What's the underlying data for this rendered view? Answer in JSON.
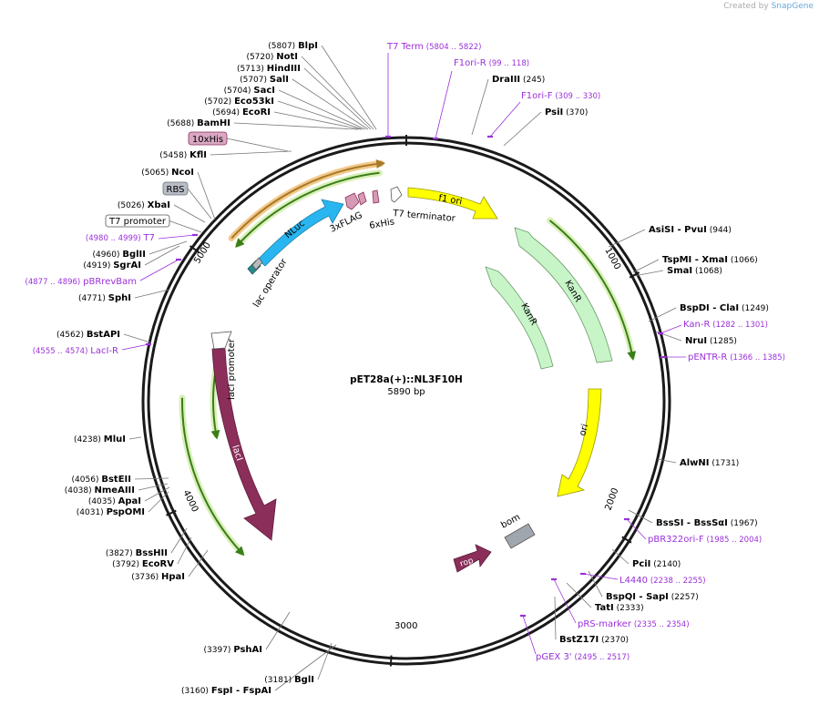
{
  "credit": {
    "prefix": "Created by",
    "brand": "SnapGene"
  },
  "plasmid": {
    "name": "pET28a(+)::NL3F10H",
    "size_label": "5890 bp",
    "length": 5890
  },
  "colors": {
    "enzyme_text": "#000000",
    "primer": "#9b30d9",
    "backbone": "#1a1a1a",
    "orf_arrow": "#3a7d1a",
    "orf_glow": "#d9f0b8",
    "orf_arrow_orange": "#a67a2a",
    "orf_glow_orange": "#f4c98a"
  },
  "tick_labels": [
    "1000",
    "2000",
    "3000",
    "4000",
    "5000"
  ],
  "enzymes": [
    {
      "name": "BlpI",
      "pos": "(5807)"
    },
    {
      "name": "NotI",
      "pos": "(5720)"
    },
    {
      "name": "HindIII",
      "pos": "(5713)"
    },
    {
      "name": "SalI",
      "pos": "(5707)"
    },
    {
      "name": "SacI",
      "pos": "(5704)"
    },
    {
      "name": "Eco53kI",
      "pos": "(5702)"
    },
    {
      "name": "EcoRI",
      "pos": "(5694)"
    },
    {
      "name": "BamHI",
      "pos": "(5688)"
    },
    {
      "name": "KflI",
      "pos": "(5458)"
    },
    {
      "name": "NcoI",
      "pos": "(5065)"
    },
    {
      "name": "XbaI",
      "pos": "(5026)"
    },
    {
      "name": "BglII",
      "pos": "(4960)"
    },
    {
      "name": "SgrAI",
      "pos": "(4919)"
    },
    {
      "name": "SphI",
      "pos": "(4771)"
    },
    {
      "name": "BstAPI",
      "pos": "(4562)"
    },
    {
      "name": "MluI",
      "pos": "(4238)"
    },
    {
      "name": "BstEII",
      "pos": "(4056)"
    },
    {
      "name": "NmeAIII",
      "pos": "(4038)"
    },
    {
      "name": "ApaI",
      "pos": "(4035)"
    },
    {
      "name": "PspOMI",
      "pos": "(4031)"
    },
    {
      "name": "BssHII",
      "pos": "(3827)"
    },
    {
      "name": "EcoRV",
      "pos": "(3792)"
    },
    {
      "name": "HpaI",
      "pos": "(3736)"
    },
    {
      "name": "PshAI",
      "pos": "(3397)"
    },
    {
      "name": "BglI",
      "pos": "(3181)"
    },
    {
      "name": "FspI - FspAI",
      "pos": "(3160)"
    },
    {
      "name": "DraIII",
      "pos": "(245)"
    },
    {
      "name": "PsiI",
      "pos": "(370)"
    },
    {
      "name": "AsiSI - PvuI",
      "pos": "(944)"
    },
    {
      "name": "TspMI - XmaI",
      "pos": "(1066)"
    },
    {
      "name": "SmaI",
      "pos": "(1068)"
    },
    {
      "name": "BspDI - ClaI",
      "pos": "(1249)"
    },
    {
      "name": "NruI",
      "pos": "(1285)"
    },
    {
      "name": "AlwNI",
      "pos": "(1731)"
    },
    {
      "name": "BssSI - BssSαI",
      "pos": "(1967)"
    },
    {
      "name": "PciI",
      "pos": "(2140)"
    },
    {
      "name": "BspQI - SapI",
      "pos": "(2257)"
    },
    {
      "name": "TatI",
      "pos": "(2333)"
    },
    {
      "name": "BstZ17I",
      "pos": "(2370)"
    }
  ],
  "primers": [
    {
      "name": "T7 Term",
      "range": "(5804 .. 5822)"
    },
    {
      "name": "F1ori-R",
      "range": "(99 .. 118)"
    },
    {
      "name": "F1ori-F",
      "range": "(309 .. 330)"
    },
    {
      "name": "T7",
      "range": "(4980 .. 4999)"
    },
    {
      "name": "pBRrevBam",
      "range": "(4877 .. 4896)"
    },
    {
      "name": "LacI-R",
      "range": "(4555 .. 4574)"
    },
    {
      "name": "Kan-R",
      "range": "(1282 .. 1301)"
    },
    {
      "name": "pENTR-R",
      "range": "(1366 .. 1385)"
    },
    {
      "name": "pBR322ori-F",
      "range": "(1985 .. 2004)"
    },
    {
      "name": "L4440",
      "range": "(2238 .. 2255)"
    },
    {
      "name": "pRS-marker",
      "range": "(2335 .. 2354)"
    },
    {
      "name": "pGEX 3'",
      "range": "(2495 .. 2517)"
    }
  ],
  "boxed_labels": [
    "10xHis",
    "RBS",
    "T7 promoter"
  ],
  "features": {
    "nluc": "NLuc",
    "threexflag": "3xFLAG",
    "sixhis": "6xHis",
    "t7_terminator": "T7 terminator",
    "f1_ori": "f1 ori",
    "kanr_outer": "KanR",
    "kanr_inner": "KanR",
    "ori": "ori",
    "bom": "bom",
    "rop": "rop",
    "laci": "lacI",
    "laci_promoter": "lacI promoter",
    "lac_operator": "lac operator"
  }
}
